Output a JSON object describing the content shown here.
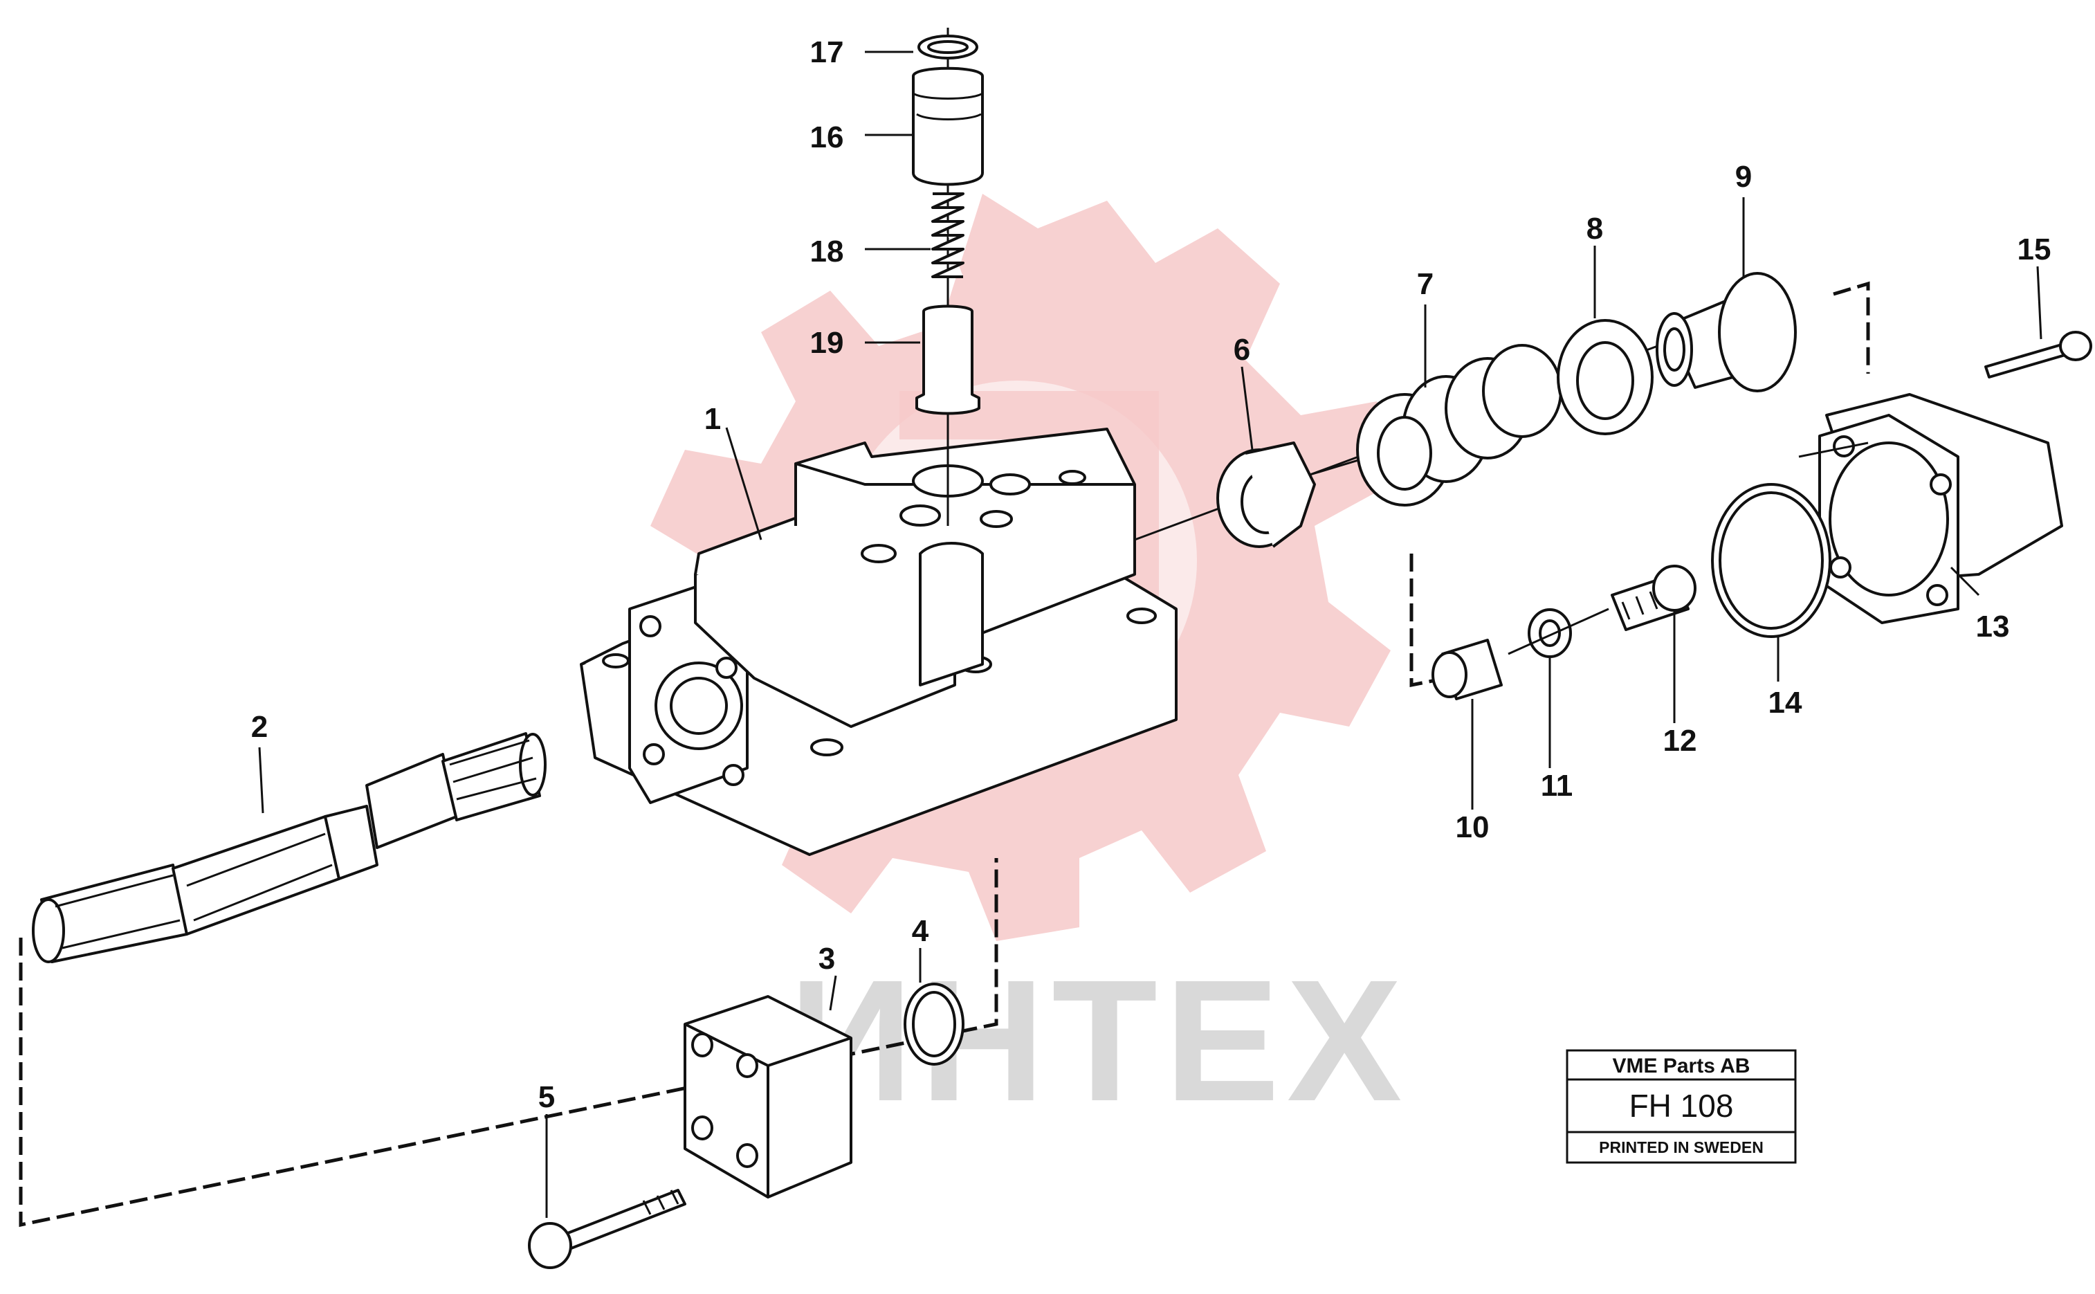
{
  "diagram": {
    "watermark_text": "ИНТЕХ",
    "callouts": [
      "1",
      "2",
      "3",
      "4",
      "5",
      "6",
      "7",
      "8",
      "9",
      "10",
      "11",
      "12",
      "13",
      "14",
      "15",
      "16",
      "17",
      "18",
      "19"
    ]
  },
  "title_block": {
    "company": "VME Parts AB",
    "code": "FH 108",
    "printed": "PRINTED IN SWEDEN"
  }
}
